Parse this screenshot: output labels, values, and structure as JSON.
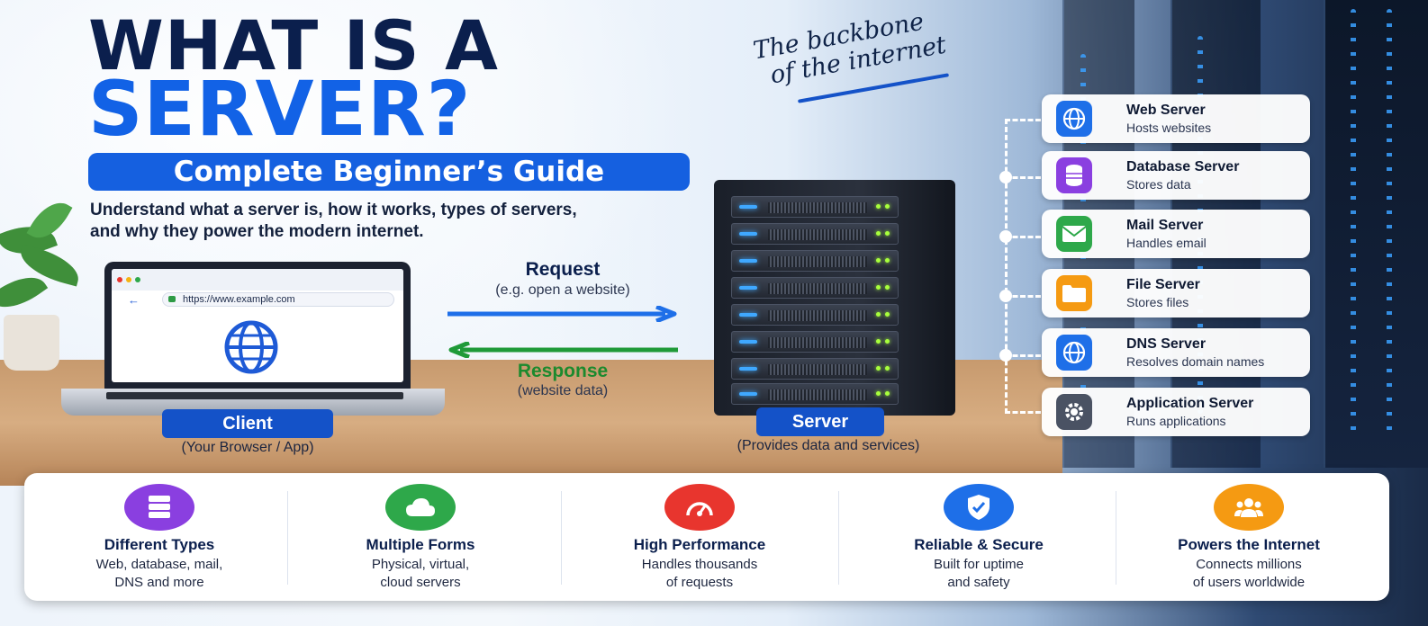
{
  "header": {
    "title_line1": "WHAT IS A",
    "title_line2": "SERVER?",
    "guide_label": "Complete Beginner’s Guide",
    "subtitle_line1": "Understand what a server is, how it works, types of servers,",
    "subtitle_line2": "and why they power the modern internet.",
    "tagline_line1": "The backbone",
    "tagline_line2": "of the internet"
  },
  "client": {
    "url": "https://www.example.com",
    "label": "Client",
    "caption": "(Your Browser / App)"
  },
  "flow": {
    "request_title": "Request",
    "request_sub": "(e.g. open a website)",
    "response_title": "Response",
    "response_sub": "(website data)"
  },
  "server": {
    "label": "Server",
    "caption": "(Provides data and services)"
  },
  "server_types": [
    {
      "name": "Web Server",
      "desc": "Hosts websites",
      "icon": "globe-icon",
      "color": "#1e6fe8"
    },
    {
      "name": "Database Server",
      "desc": "Stores data",
      "icon": "database-icon",
      "color": "#8a3fe0"
    },
    {
      "name": "Mail Server",
      "desc": "Handles email",
      "icon": "mail-icon",
      "color": "#2ea84a"
    },
    {
      "name": "File Server",
      "desc": "Stores files",
      "icon": "folder-icon",
      "color": "#f59a12"
    },
    {
      "name": "DNS Server",
      "desc": "Resolves domain names",
      "icon": "globe-icon",
      "color": "#1e6fe8"
    },
    {
      "name": "Application Server",
      "desc": "Runs applications",
      "icon": "gear-icon",
      "color": "#4a5263"
    }
  ],
  "features": [
    {
      "title": "Different Types",
      "desc1": "Web, database, mail,",
      "desc2": "DNS and more",
      "icon": "server-stack-icon",
      "color": "#8a3fe0"
    },
    {
      "title": "Multiple Forms",
      "desc1": "Physical, virtual,",
      "desc2": "cloud servers",
      "icon": "cloud-icon",
      "color": "#2ea84a"
    },
    {
      "title": "High Performance",
      "desc1": "Handles thousands",
      "desc2": "of requests",
      "icon": "speedometer-icon",
      "color": "#e8352e"
    },
    {
      "title": "Reliable & Secure",
      "desc1": "Built for uptime",
      "desc2": "and safety",
      "icon": "shield-icon",
      "color": "#1e6fe8"
    },
    {
      "title": "Powers the Internet",
      "desc1": "Connects millions",
      "desc2": "of users worldwide",
      "icon": "users-icon",
      "color": "#f59a12"
    }
  ]
}
